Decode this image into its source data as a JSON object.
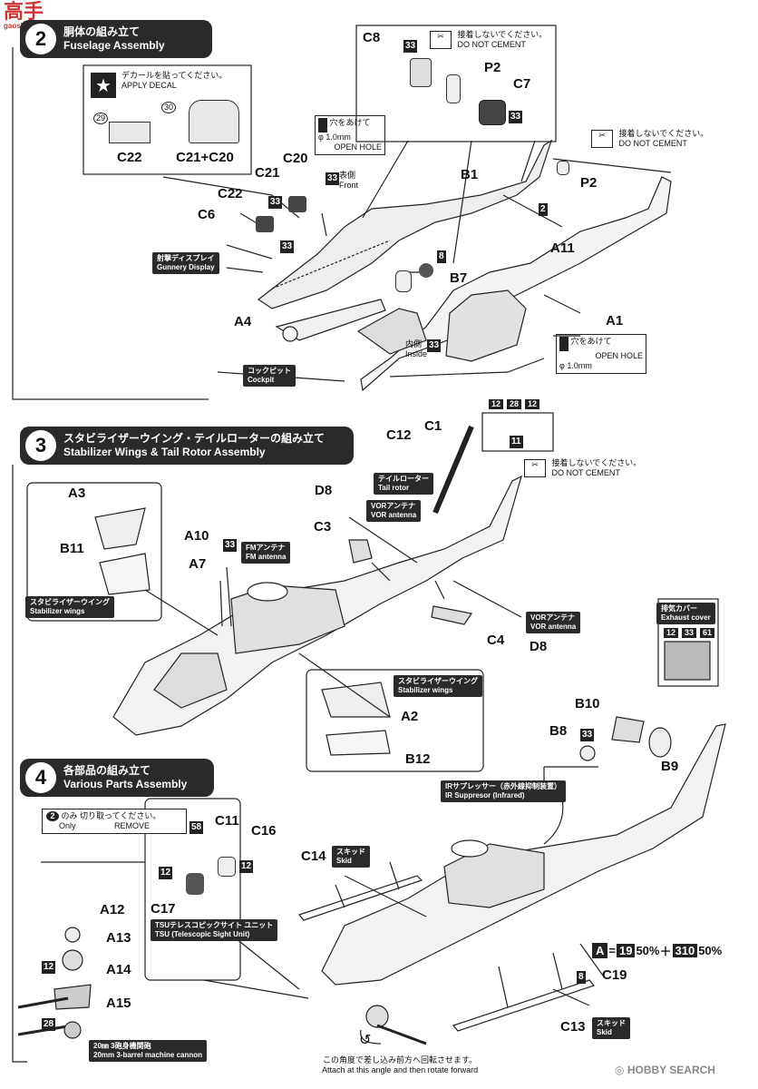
{
  "logo": {
    "text": "高手",
    "sub": "gaoshou.com"
  },
  "s2": {
    "num": "2",
    "title_jp": "胴体の組み立て",
    "title_en": "Fuselage Assembly",
    "decal_jp": "デカールを貼ってください。",
    "decal_en": "APPLY  DECAL",
    "decal_29": "29",
    "decal_30": "30",
    "p_C22a": "C22",
    "p_C21C20": "C21+C20",
    "p_C8": "C8",
    "p_P2a": "P2",
    "p_C7": "C7",
    "dnc_jp": "接着しないでください。",
    "dnc_en": "DO NOT CEMENT",
    "hole_jp": "穴をあけて",
    "hole_dia": "φ 1.0mm",
    "hole_en": "OPEN HOLE",
    "p_C20": "C20",
    "p_C21": "C21",
    "front_jp": "表側",
    "front_en": "Front",
    "p_B1": "B1",
    "p_P2b": "P2",
    "p_C22b": "C22",
    "p_C6": "C6",
    "p_A11": "A11",
    "p_B7": "B7",
    "p_A1": "A1",
    "p_A4": "A4",
    "gun_jp": "射撃ディスプレイ",
    "gun_en": "Gunnery Display",
    "cock_jp": "コックピット",
    "cock_en": "Cockpit",
    "inside_jp": "内側",
    "inside_en": "Inside",
    "c33": "33",
    "c8": "8",
    "c2": "2"
  },
  "s3": {
    "num": "3",
    "title_jp": "スタビライザーウイング・テイルローターの組み立て",
    "title_en": "Stabilizer Wings & Tail Rotor Assembly",
    "p_C12": "C12",
    "p_C1": "C1",
    "codes": [
      "12",
      "28",
      "12"
    ],
    "code_11": "11",
    "dnc_jp": "接着しないでください。",
    "dnc_en": "DO NOT CEMENT",
    "tail_jp": "テイルローター",
    "tail_en": "Tail rotor",
    "p_D8a": "D8",
    "vor_jp": "VORアンテナ",
    "vor_en": "VOR antenna",
    "p_C3": "C3",
    "p_A3": "A3",
    "p_B11": "B11",
    "stab_jp": "スタビライザーウイング",
    "stab_en": "Stabilizer wings",
    "p_A10": "A10",
    "p_A7": "A7",
    "fm_jp": "FMアンテナ",
    "fm_en": "FM antenna",
    "c33": "33",
    "p_C4": "C4",
    "p_D8b": "D8",
    "exh_jp": "排気カバー",
    "exh_en": "Exhaust cover",
    "exh_codes": [
      "12",
      "33",
      "61"
    ],
    "p_A2": "A2",
    "p_B12": "B12"
  },
  "s4": {
    "num": "4",
    "title_jp": "各部品の組み立て",
    "title_en": "Various Parts Assembly",
    "p_B10": "B10",
    "p_B8": "B8",
    "p_B9": "B9",
    "ir_jp": "IRサプレッサー（赤外線抑制装置）",
    "ir_en": "IR Suppresor (Infrared)",
    "only_jp": "のみ",
    "only_en": "Only",
    "remove_jp": "切り取ってください。",
    "remove_en": "REMOVE",
    "only_num": "2",
    "p_C11": "C11",
    "p_C16": "C16",
    "p_C17": "C17",
    "c58": "58",
    "c12": "12",
    "tsu_jp": "TSUテレスコピックサイト ユニット",
    "tsu_en": "TSU (Telescopic Sight Unit)",
    "p_C14": "C14",
    "skid_jp": "スキッド",
    "skid_en": "Skid",
    "p_A12": "A12",
    "p_A13": "A13",
    "p_A14": "A14",
    "p_A15": "A15",
    "c28": "28",
    "gun_jp": "20㎜ 3砲身機関砲",
    "gun_en": "20mm 3-barrel machine cannon",
    "paint_a": "A",
    "paint_eq": "=",
    "paint_19": "19",
    "paint_p1": "50%",
    "paint_plus": "＋",
    "paint_310": "310",
    "paint_p2": "50%",
    "p_C19": "C19",
    "c8": "8",
    "p_C13": "C13",
    "attach_jp": "この角度で差し込み前方へ回転させます。",
    "attach_en": "Attach at this angle and then rotate forward"
  },
  "footer": {
    "brand": "HOBBY SEARCH"
  }
}
